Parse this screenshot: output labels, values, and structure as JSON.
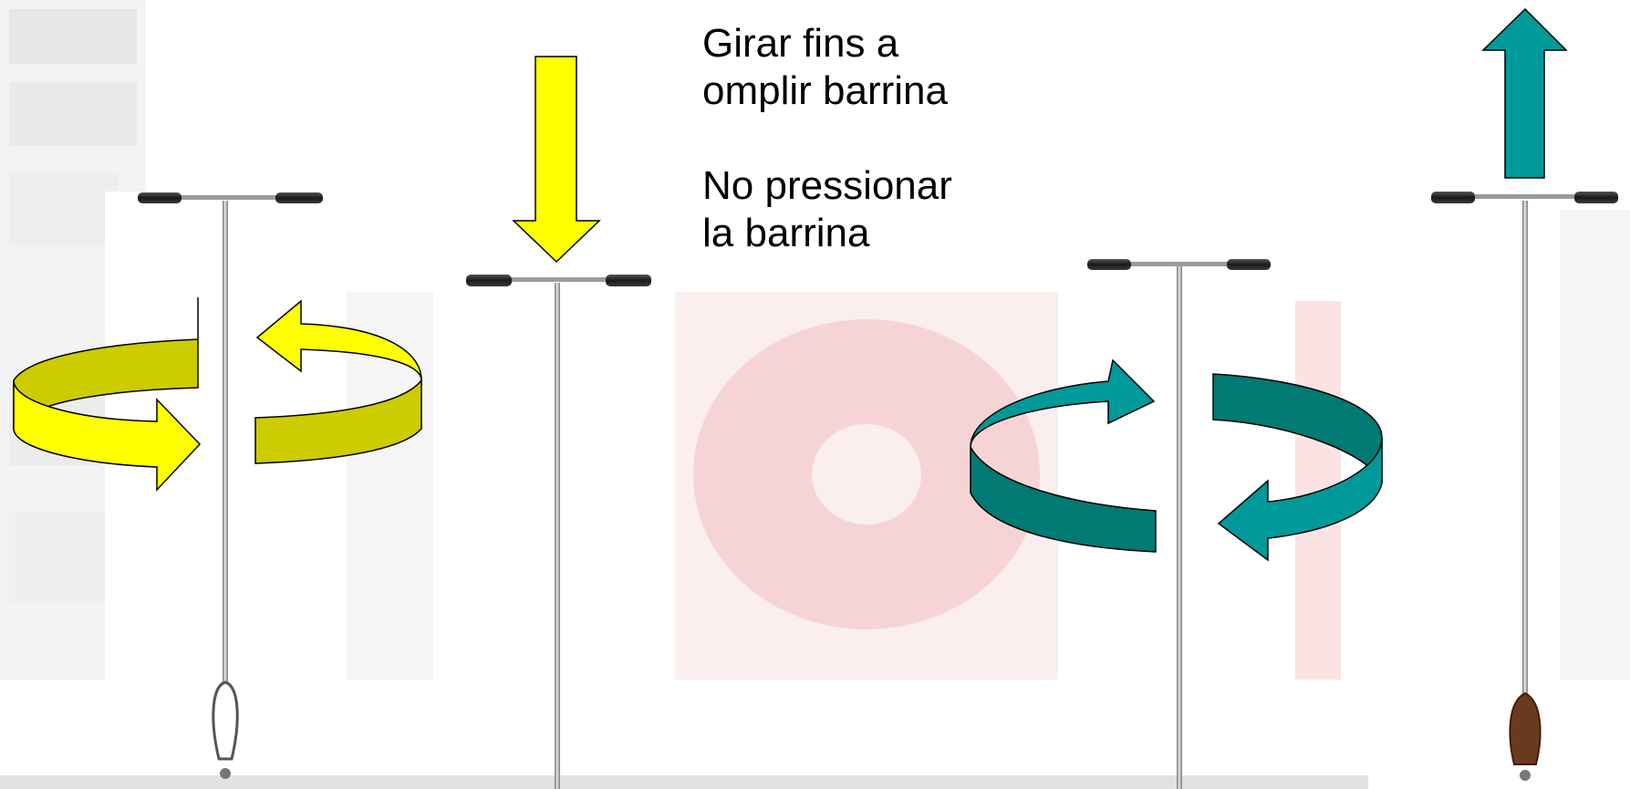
{
  "instructions": {
    "rotate_line1": "Girar fins a",
    "rotate_line2": "omplir barrina",
    "nopress_line1": "No pressionar",
    "nopress_line2": "la barrina"
  },
  "colors": {
    "yellow_arrow": "#FFFF00",
    "olive_arrow": "#CCCC00",
    "teal_arrow": "#009999",
    "dark_teal_arrow": "#007A73",
    "soil_core": "#6B3A1E",
    "handle_grip": "#2B2B2B",
    "shaft": "#9A9A9A",
    "faded_background": "#F4C5C8"
  },
  "icons": {
    "rotate_clockwise": "rotate-clockwise-arrow-icon",
    "push_down": "down-arrow-icon",
    "rotate_counterclockwise": "rotate-counterclockwise-arrow-icon",
    "pull_up": "up-arrow-icon"
  }
}
